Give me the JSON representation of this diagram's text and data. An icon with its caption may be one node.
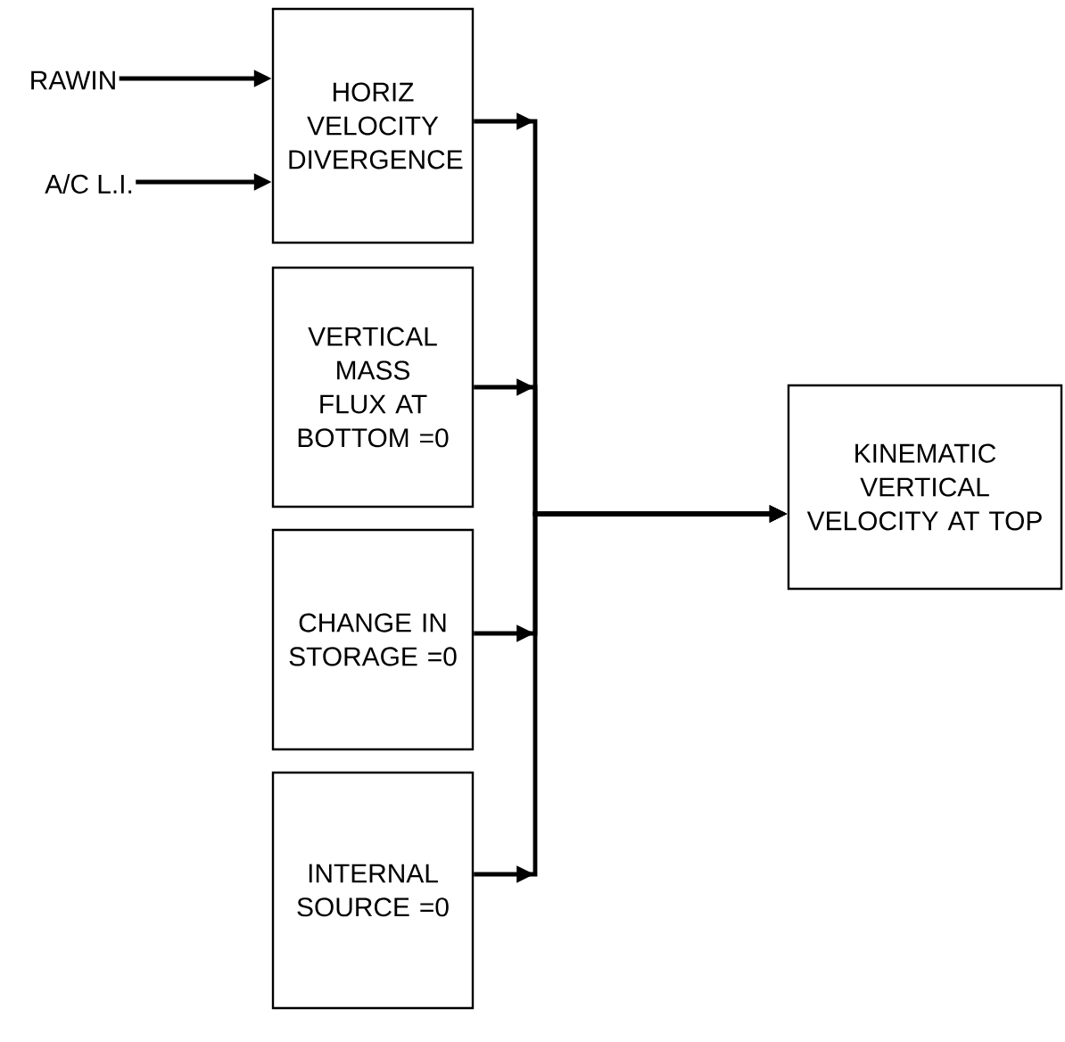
{
  "diagram": {
    "nodes": [
      {
        "text": [
          "RAWIN"
        ]
      },
      {
        "text": [
          "A/C L.I."
        ]
      },
      {
        "text": [
          "HORIZ VELOCITY DIVERGENCE"
        ]
      },
      {
        "text": [
          "VERTICAL MASS FLUX AT BOTTOM =0"
        ]
      },
      {
        "text": [
          "CHANGE IN STORAGE =0"
        ]
      },
      {
        "text": [
          "INTERNAL SOURCE =0"
        ]
      },
      {
        "text": [
          "KINEMATIC VERTICAL VELOCITY AT TOP"
        ]
      }
    ],
    "edges": [
      {
        "from": 0,
        "to": 2,
        "arrow": "to"
      },
      {
        "from": 1,
        "to": 2,
        "arrow": "to"
      },
      {
        "from": 2,
        "to": 6,
        "arrow": "to"
      },
      {
        "from": 3,
        "to": 6,
        "arrow": "to"
      },
      {
        "from": 4,
        "to": 6,
        "arrow": "to"
      },
      {
        "from": 5,
        "to": 6,
        "arrow": "to"
      }
    ]
  }
}
